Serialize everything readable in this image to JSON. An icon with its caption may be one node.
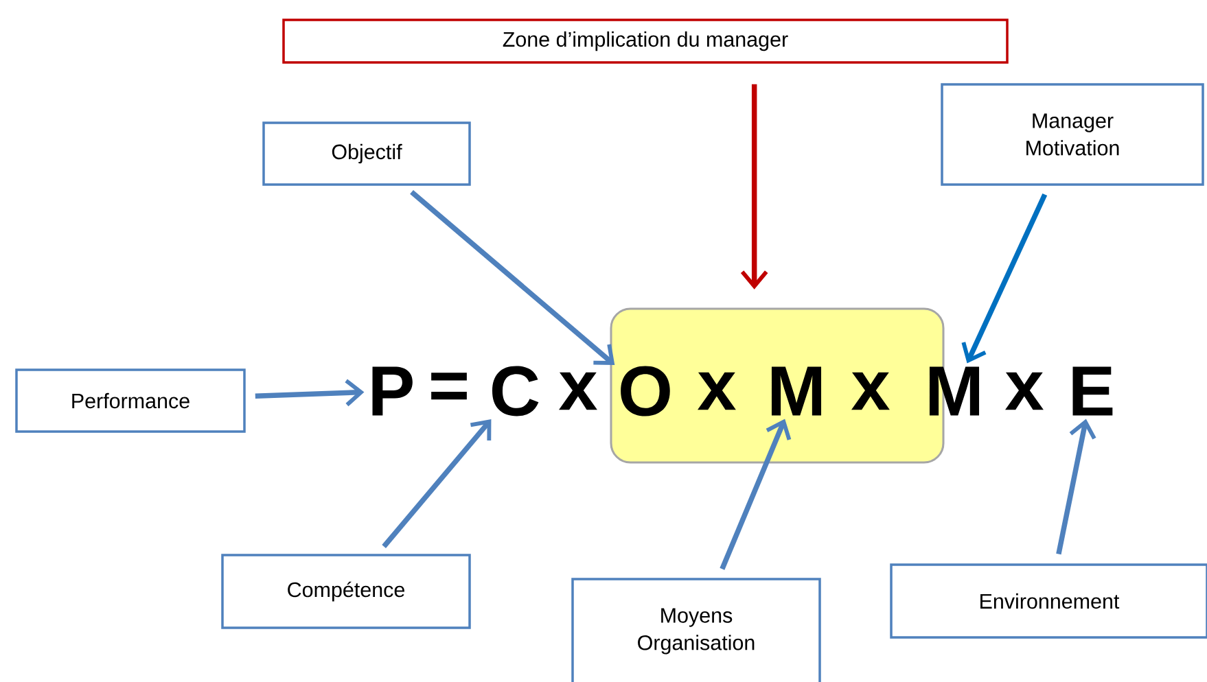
{
  "diagram": {
    "nodes": [
      {
        "text": [
          "Zone d’implication du manager"
        ]
      },
      {
        "text": [
          "Objectif"
        ]
      },
      {
        "text": [
          "Manager Motivation"
        ]
      },
      {
        "text": [
          "Performance"
        ]
      },
      {
        "text": [],
        "shape": "box"
      },
      {
        "text": [
          "P"
        ]
      },
      {
        "text": [
          "C"
        ]
      },
      {
        "text": [
          "O"
        ],
        "in": 4
      },
      {
        "text": [
          "M"
        ],
        "in": 4
      },
      {
        "text": [
          "M"
        ]
      },
      {
        "text": [
          "E"
        ]
      },
      {
        "text": [
          "Compétence"
        ]
      },
      {
        "text": [
          "Moyens Organisation"
        ]
      },
      {
        "text": [
          "Environnement"
        ]
      }
    ],
    "edges": [
      {
        "from": 0,
        "to": 4,
        "arrow": "to",
        "color": "#c00000"
      },
      {
        "from": 1,
        "to": 7,
        "arrow": "to"
      },
      {
        "from": 2,
        "to": 9,
        "arrow": "to",
        "color": "#0070c0"
      },
      {
        "from": 3,
        "to": 5,
        "arrow": "to"
      },
      {
        "from": 11,
        "to": 6,
        "arrow": "to"
      },
      {
        "from": 12,
        "to": 8,
        "arrow": "to"
      },
      {
        "from": 13,
        "to": 10,
        "arrow": "to"
      }
    ],
    "labels": [
      "=",
      "x",
      "x",
      "x",
      "x"
    ]
  }
}
